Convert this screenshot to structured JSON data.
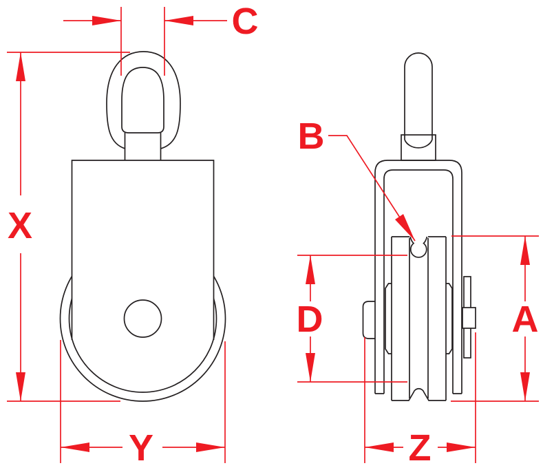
{
  "drawing": {
    "labels": {
      "c": "C",
      "x": "X",
      "y": "Y",
      "b": "B",
      "d": "D",
      "a": "A",
      "z": "Z"
    },
    "colors": {
      "dimension_red": "#ee1b23",
      "line_black": "#231f20",
      "background": "#ffffff"
    }
  }
}
